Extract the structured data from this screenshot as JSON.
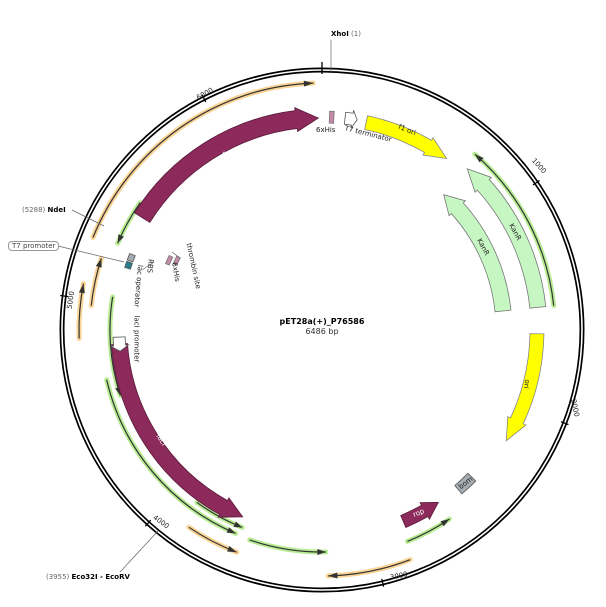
{
  "plasmid": {
    "name": "pET28a(+)_P76586",
    "length": "6486 bp"
  },
  "sites": [
    {
      "name": "XhoI",
      "position": "(1)"
    },
    {
      "name": "NdeI",
      "position": "(5288)"
    },
    {
      "name": "Eco32I - EcoRV",
      "position": "(3955)"
    }
  ],
  "boxed_feature": "T7 promoter",
  "ticks": [
    "1000",
    "2000",
    "3000",
    "4000",
    "5000",
    "6000"
  ],
  "features": {
    "his6_p76586": "His6_P76586",
    "sixhis_c": "6xHis",
    "t7_terminator": "T7 terminator",
    "f1_ori": "f1 ori",
    "kanr_outer": "KanR",
    "kanr_inner": "KanR",
    "ori": "ori",
    "bom": "bom",
    "rop": "rop",
    "laci": "lacI",
    "laci_promoter": "lacI promoter",
    "lac_operator": "lac operator",
    "rbs": "RBS",
    "sixhis_n": "6xHis",
    "thrombin": "thrombin site"
  },
  "colors": {
    "cds": "#8b2a5b",
    "ori": "#ffff00",
    "resistance": "#c6f7c3",
    "misc": "#a5acb3",
    "operator": "#2a7f8f",
    "primer_orange": "#f7c97a",
    "primer_green": "#a8e87a"
  }
}
